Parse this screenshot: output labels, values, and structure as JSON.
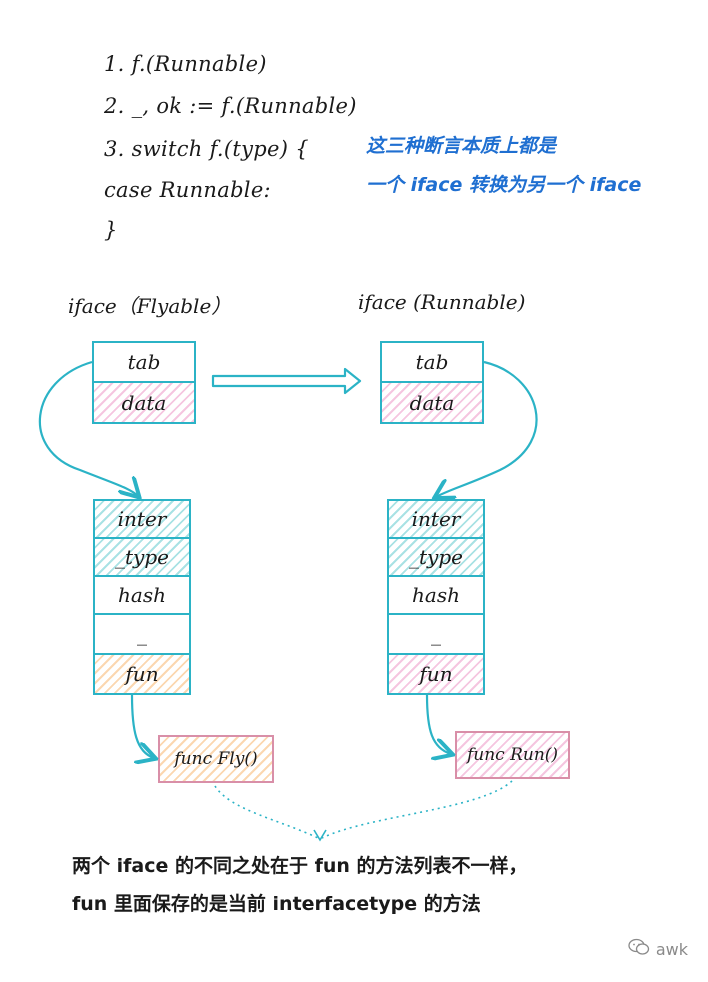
{
  "code": {
    "line1": "1. f.(Runnable)",
    "line2": "2. _, ok := f.(Runnable)",
    "line3": "3. switch f.(type) {",
    "line4": "case Runnable:",
    "line5": "}"
  },
  "note": {
    "line1": "这三种断言本质上都是",
    "line2": "一个 iface 转换为另一个 iface"
  },
  "left": {
    "title": "iface（Flyable）",
    "tab": "tab",
    "data": "data",
    "itab": [
      "inter",
      "_type",
      "hash",
      "_",
      "fun"
    ],
    "func": "func Fly()"
  },
  "right": {
    "title": "iface (Runnable)",
    "tab": "tab",
    "data": "data",
    "itab": [
      "inter",
      "_type",
      "hash",
      "_",
      "fun"
    ],
    "func": "func Run()"
  },
  "bottom": {
    "line1": "两个 iface 的不同之处在于 fun 的方法列表不一样，",
    "line2": "fun 里面保存的是当前 interfacetype 的方法"
  },
  "watermark": {
    "icon": "wechat-icon",
    "text": "awk"
  },
  "colors": {
    "accent": "#2bb3c6",
    "note": "#1f6fd1",
    "pink_hatch": "#f5c6e0",
    "teal_hatch": "#a9e2e4",
    "orange_hatch": "#fbd7b0"
  }
}
